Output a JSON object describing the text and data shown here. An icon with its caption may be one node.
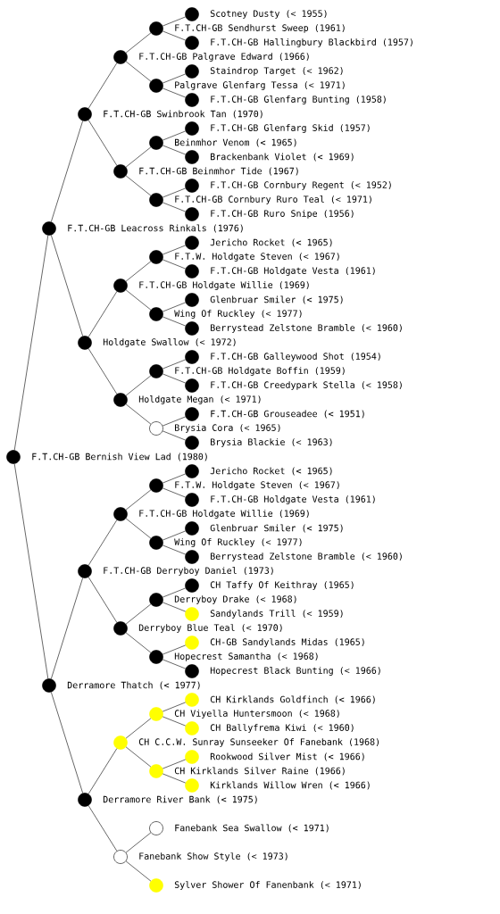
{
  "diagram": {
    "nodes": [
      {
        "text": [
          "Scotney Dusty (< 1955)"
        ]
      },
      {
        "text": [
          "F.T.CH-GB Sendhurst Sweep (1961)"
        ]
      },
      {
        "text": [
          "F.T.CH-GB Hallingbury Blackbird (1957)"
        ]
      },
      {
        "text": [
          "F.T.CH-GB Palgrave Edward (1966)"
        ]
      },
      {
        "text": [
          "Staindrop Target (< 1962)"
        ]
      },
      {
        "text": [
          "Palgrave Glenfarg Tessa (< 1971)"
        ]
      },
      {
        "text": [
          "F.T.CH-GB Glenfarg Bunting (1958)"
        ]
      },
      {
        "text": [
          "F.T.CH-GB Swinbrook Tan (1970)"
        ]
      },
      {
        "text": [
          "F.T.CH-GB Glenfarg Skid (1957)"
        ]
      },
      {
        "text": [
          "Beinmhor Venom (< 1965)"
        ]
      },
      {
        "text": [
          "Brackenbank Violet (< 1969)"
        ]
      },
      {
        "text": [
          "F.T.CH-GB Beinmhor Tide (1967)"
        ]
      },
      {
        "text": [
          "F.T.CH-GB Cornbury Regent (< 1952)"
        ]
      },
      {
        "text": [
          "F.T.CH-GB Cornbury Ruro Teal (< 1971)"
        ]
      },
      {
        "text": [
          "F.T.CH-GB Ruro Snipe (1956)"
        ]
      },
      {
        "text": [
          "F.T.CH-GB Leacross Rinkals (1976)"
        ]
      },
      {
        "text": [
          "Jericho Rocket (< 1965)"
        ]
      },
      {
        "text": [
          "F.T.W. Holdgate Steven (< 1967)"
        ]
      },
      {
        "text": [
          "F.T.CH-GB Holdgate Vesta (1961)"
        ]
      },
      {
        "text": [
          "F.T.CH-GB Holdgate Willie (1969)"
        ]
      },
      {
        "text": [
          "Glenbruar Smiler (< 1975)"
        ]
      },
      {
        "text": [
          "Wing Of Ruckley (< 1977)"
        ]
      },
      {
        "text": [
          "Berrystead Zelstone Bramble (< 1960)"
        ]
      },
      {
        "text": [
          "Holdgate Swallow (< 1972)"
        ]
      },
      {
        "text": [
          "F.T.CH-GB Galleywood Shot (1954)"
        ]
      },
      {
        "text": [
          "F.T.CH-GB Holdgate Boffin (1959)"
        ]
      },
      {
        "text": [
          "F.T.CH-GB Creedypark Stella (< 1958)"
        ]
      },
      {
        "text": [
          "Holdgate Megan (< 1971)"
        ]
      },
      {
        "text": [
          "F.T.CH-GB Grouseadee (< 1951)"
        ]
      },
      {
        "text": [
          "Brysia Cora (< 1965)"
        ]
      },
      {
        "text": [
          "Brysia Blackie (< 1963)"
        ]
      },
      {
        "text": [
          "F.T.CH-GB Bernish View Lad (1980)"
        ]
      },
      {
        "text": [
          "Jericho Rocket (< 1965)"
        ]
      },
      {
        "text": [
          "F.T.W. Holdgate Steven (< 1967)"
        ]
      },
      {
        "text": [
          "F.T.CH-GB Holdgate Vesta (1961)"
        ]
      },
      {
        "text": [
          "F.T.CH-GB Holdgate Willie (1969)"
        ]
      },
      {
        "text": [
          "Glenbruar Smiler (< 1975)"
        ]
      },
      {
        "text": [
          "Wing Of Ruckley (< 1977)"
        ]
      },
      {
        "text": [
          "Berrystead Zelstone Bramble (< 1960)"
        ]
      },
      {
        "text": [
          "F.T.CH-GB Derryboy Daniel (1973)"
        ]
      },
      {
        "text": [
          "CH Taffy Of Keithray (1965)"
        ]
      },
      {
        "text": [
          "Derryboy Drake (< 1968)"
        ]
      },
      {
        "text": [
          "Sandylands Trill (< 1959)"
        ]
      },
      {
        "text": [
          "Derryboy Blue Teal (< 1970)"
        ]
      },
      {
        "text": [
          "CH-GB Sandylands Midas (1965)"
        ]
      },
      {
        "text": [
          "Hopecrest Samantha (< 1968)"
        ]
      },
      {
        "text": [
          "Hopecrest Black Bunting (< 1966)"
        ]
      },
      {
        "text": [
          "Derramore Thatch (< 1977)"
        ]
      },
      {
        "text": [
          "CH Kirklands Goldfinch (< 1966)"
        ]
      },
      {
        "text": [
          "CH Viyella Huntersmoon (< 1968)"
        ]
      },
      {
        "text": [
          "CH Ballyfrema Kiwi (< 1960)"
        ]
      },
      {
        "text": [
          "CH C.C.W. Sunray Sunseeker Of Fanebank (1968)"
        ]
      },
      {
        "text": [
          "Rookwood Silver Mist (< 1966)"
        ]
      },
      {
        "text": [
          "CH Kirklands Silver Raine (1966)"
        ]
      },
      {
        "text": [
          "Kirklands Willow Wren (< 1966)"
        ]
      },
      {
        "text": [
          "Derramore River Bank (< 1975)"
        ]
      },
      {
        "text": [
          "Fanebank Sea Swallow (< 1971)"
        ]
      },
      {
        "text": [
          "Fanebank Show Style (< 1973)"
        ]
      },
      {
        "text": [
          "Sylver Shower Of Fanenbank (< 1971)"
        ]
      }
    ],
    "edges": [
      {
        "from": 31,
        "to": 15,
        "arrow": "none"
      },
      {
        "from": 31,
        "to": 47,
        "arrow": "none"
      },
      {
        "from": 15,
        "to": 7,
        "arrow": "none"
      },
      {
        "from": 15,
        "to": 23,
        "arrow": "none"
      },
      {
        "from": 7,
        "to": 3,
        "arrow": "none"
      },
      {
        "from": 7,
        "to": 11,
        "arrow": "none"
      },
      {
        "from": 3,
        "to": 1,
        "arrow": "none"
      },
      {
        "from": 3,
        "to": 5,
        "arrow": "none"
      },
      {
        "from": 1,
        "to": 0,
        "arrow": "none"
      },
      {
        "from": 1,
        "to": 2,
        "arrow": "none"
      },
      {
        "from": 5,
        "to": 4,
        "arrow": "none"
      },
      {
        "from": 5,
        "to": 6,
        "arrow": "none"
      },
      {
        "from": 11,
        "to": 9,
        "arrow": "none"
      },
      {
        "from": 11,
        "to": 13,
        "arrow": "none"
      },
      {
        "from": 9,
        "to": 8,
        "arrow": "none"
      },
      {
        "from": 9,
        "to": 10,
        "arrow": "none"
      },
      {
        "from": 13,
        "to": 12,
        "arrow": "none"
      },
      {
        "from": 13,
        "to": 14,
        "arrow": "none"
      },
      {
        "from": 23,
        "to": 19,
        "arrow": "none"
      },
      {
        "from": 23,
        "to": 27,
        "arrow": "none"
      },
      {
        "from": 19,
        "to": 17,
        "arrow": "none"
      },
      {
        "from": 19,
        "to": 21,
        "arrow": "none"
      },
      {
        "from": 17,
        "to": 16,
        "arrow": "none"
      },
      {
        "from": 17,
        "to": 18,
        "arrow": "none"
      },
      {
        "from": 21,
        "to": 20,
        "arrow": "none"
      },
      {
        "from": 21,
        "to": 22,
        "arrow": "none"
      },
      {
        "from": 27,
        "to": 25,
        "arrow": "none"
      },
      {
        "from": 27,
        "to": 29,
        "arrow": "none"
      },
      {
        "from": 25,
        "to": 24,
        "arrow": "none"
      },
      {
        "from": 25,
        "to": 26,
        "arrow": "none"
      },
      {
        "from": 29,
        "to": 28,
        "arrow": "none"
      },
      {
        "from": 29,
        "to": 30,
        "arrow": "none"
      },
      {
        "from": 47,
        "to": 39,
        "arrow": "none"
      },
      {
        "from": 47,
        "to": 55,
        "arrow": "none"
      },
      {
        "from": 39,
        "to": 35,
        "arrow": "none"
      },
      {
        "from": 39,
        "to": 43,
        "arrow": "none"
      },
      {
        "from": 35,
        "to": 33,
        "arrow": "none"
      },
      {
        "from": 35,
        "to": 37,
        "arrow": "none"
      },
      {
        "from": 33,
        "to": 32,
        "arrow": "none"
      },
      {
        "from": 33,
        "to": 34,
        "arrow": "none"
      },
      {
        "from": 37,
        "to": 36,
        "arrow": "none"
      },
      {
        "from": 37,
        "to": 38,
        "arrow": "none"
      },
      {
        "from": 43,
        "to": 41,
        "arrow": "none"
      },
      {
        "from": 43,
        "to": 45,
        "arrow": "none"
      },
      {
        "from": 41,
        "to": 40,
        "arrow": "none"
      },
      {
        "from": 41,
        "to": 42,
        "arrow": "none"
      },
      {
        "from": 45,
        "to": 44,
        "arrow": "none"
      },
      {
        "from": 45,
        "to": 46,
        "arrow": "none"
      },
      {
        "from": 55,
        "to": 51,
        "arrow": "none"
      },
      {
        "from": 55,
        "to": 57,
        "arrow": "none"
      },
      {
        "from": 51,
        "to": 49,
        "arrow": "none"
      },
      {
        "from": 51,
        "to": 53,
        "arrow": "none"
      },
      {
        "from": 49,
        "to": 48,
        "arrow": "none"
      },
      {
        "from": 49,
        "to": 50,
        "arrow": "none"
      },
      {
        "from": 53,
        "to": 52,
        "arrow": "none"
      },
      {
        "from": 53,
        "to": 54,
        "arrow": "none"
      },
      {
        "from": 57,
        "to": 56,
        "arrow": "none"
      },
      {
        "from": 57,
        "to": 58,
        "arrow": "none"
      }
    ]
  }
}
